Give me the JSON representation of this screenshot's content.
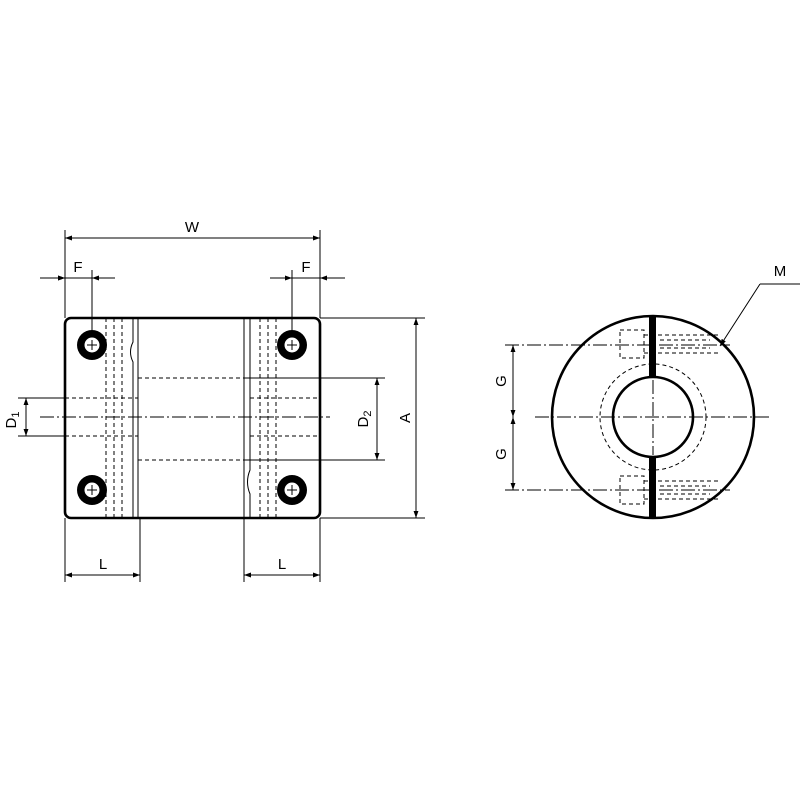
{
  "labels": {
    "W": "W",
    "F_left": "F",
    "F_right": "F",
    "D1": "D",
    "D1_sub": "1",
    "D2": "D",
    "D2_sub": "2",
    "A": "A",
    "L_left": "L",
    "L_right": "L",
    "G_top": "G",
    "G_bottom": "G",
    "M": "M"
  }
}
